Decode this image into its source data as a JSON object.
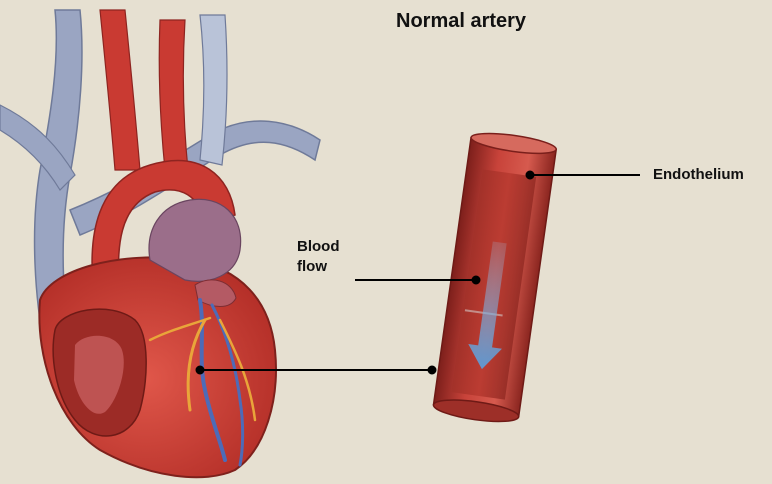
{
  "title": "Normal artery",
  "labels": {
    "blood_flow_line1": "Blood",
    "blood_flow_line2": "flow",
    "endothelium": "Endothelium"
  },
  "colors": {
    "background": "#e6e0d1",
    "heart_red": "#c93a32",
    "vein_blue": "#9aa5c2",
    "artery_wall": "#b5312b",
    "artery_lumen": "#8e2a24",
    "flow_arrow": "#7fb6e3",
    "leader_line": "#000000"
  }
}
